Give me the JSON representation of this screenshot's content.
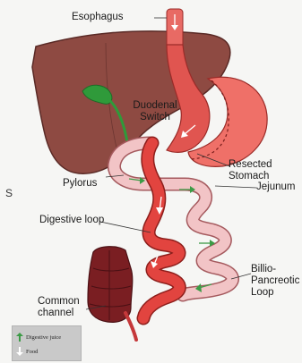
{
  "labels": {
    "esophagus": "Esophagus",
    "duodenal_switch_1": "Duodenal",
    "duodenal_switch_2": "Switch",
    "resected_1": "Resected",
    "resected_2": "Stomach",
    "pylorus": "Pylorus",
    "jejunum": "Jejunum",
    "digestive_loop": "Digestive loop",
    "bp_1": "Billio-",
    "bp_2": "Pancreotic",
    "bp_3": "Loop",
    "common_1": "Common",
    "common_2": "channel"
  },
  "side_mark": "S",
  "legend": {
    "digestive_juice": "Digestive juice",
    "food": "Food"
  },
  "colors": {
    "liver": "#8e4a42",
    "liver_stroke": "#5a2a26",
    "stomach": "#e05550",
    "stomach_light": "#f07a72",
    "digestive_loop": "#e2443f",
    "bp_loop": "#f2c4c6",
    "colon": "#7a1e22",
    "gallbladder": "#2f9a3a",
    "juice_arrow": "#3c9b46",
    "food_arrow": "#ffffff"
  },
  "icons": {
    "digestive_juice": "green-up-arrow-icon",
    "food": "white-down-arrow-icon"
  }
}
